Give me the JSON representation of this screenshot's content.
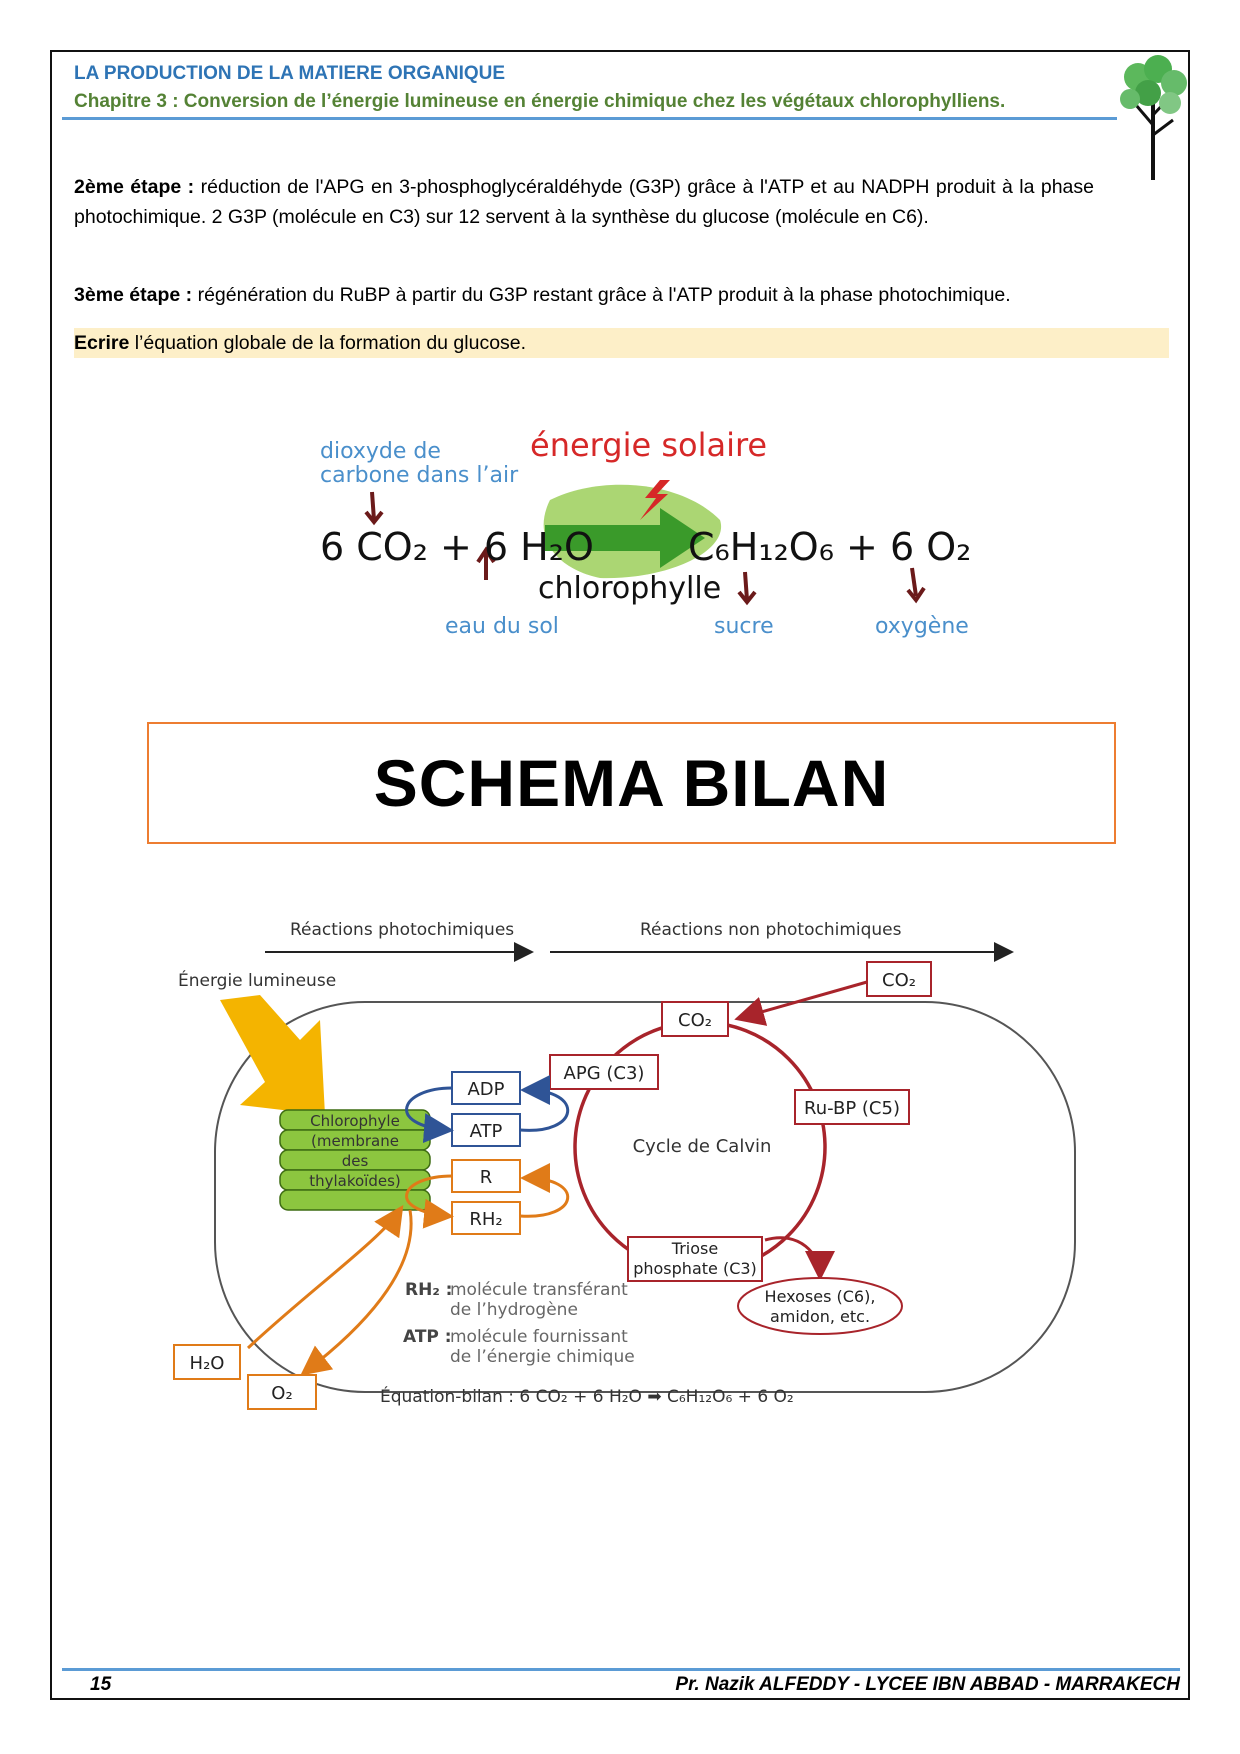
{
  "header": {
    "title": "LA PRODUCTION DE LA MATIERE ORGANIQUE",
    "chapter": "Chapitre 3 : Conversion de l’énergie lumineuse en énergie chimique chez les végétaux chlorophylliens."
  },
  "content": {
    "step2_label": "2ème étape :",
    "step2_text": " réduction de l'APG en 3-phosphoglycéraldéhyde (G3P) grâce à l'ATP et au NADPH produit à la phase photochimique. 2 G3P (molécule en C3) sur 12 servent à la synthèse du glucose (molécule en C6).",
    "step3_label": "3ème étape :",
    "step3_text": " régénération du RuBP à partir du G3P restant grâce à l'ATP produit à la phase photochimique.",
    "task_label": "Ecrire",
    "task_text": " l’équation globale de la formation du glucose."
  },
  "equation_figure": {
    "co2_label_line1": "dioxyde de",
    "co2_label_line2": "carbone dans l’air",
    "energy_label": "énergie solaire",
    "lhs": "6 CO₂ + 6 H₂O",
    "rhs": "C₆H₁₂O₆ + 6 O₂",
    "chlorophyll_label": "chlorophylle",
    "water_label": "eau du sol",
    "sugar_label": "sucre",
    "oxygen_label": "oxygène"
  },
  "bilan_title": "SCHEMA BILAN",
  "schema": {
    "photo_label": "Réactions photochimiques",
    "nonphoto_label": "Réactions non photochimiques",
    "light_label": "Énergie lumineuse",
    "co2_outside": "CO₂",
    "co2_inside": "CO₂",
    "apg": "APG (C3)",
    "rubp": "Ru-BP (C5)",
    "calvin": "Cycle de Calvin",
    "triose_line1": "Triose",
    "triose_line2": "phosphate (C3)",
    "hexoses_line1": "Hexoses (C6),",
    "hexoses_line2": "amidon, etc.",
    "adp": "ADP",
    "atp": "ATP",
    "r": "R",
    "rh2": "RH₂",
    "chloro_lines": [
      "Chlorophyle",
      "(membrane",
      "des",
      "thylakoïdes)"
    ],
    "legend_rh2_key": "RH₂ :",
    "legend_rh2_line1": "molécule transférant",
    "legend_rh2_line2": "de l’hydrogène",
    "legend_atp_key": "ATP :",
    "legend_atp_line1": "molécule fournissant",
    "legend_atp_line2": "de l’énergie chimique",
    "h2o": "H₂O",
    "o2": "O₂",
    "equation_bilan": "Équation-bilan : 6 CO₂ + 6 H₂O ➡ C₆H₁₂O₆ + 6 O₂"
  },
  "footer": {
    "page_number": "15",
    "author": "Pr. Nazik ALFEDDY - LYCEE IBN ABBAD - MARRAKECH"
  },
  "colors": {
    "header_blue": "#2e74b5",
    "header_green": "#548235",
    "calvin_red": "#a8242b",
    "orange": "#e07b18",
    "blue_box": "#2f5496",
    "chloro_green": "#8cc63f",
    "energy_yellow": "#f4b400"
  }
}
